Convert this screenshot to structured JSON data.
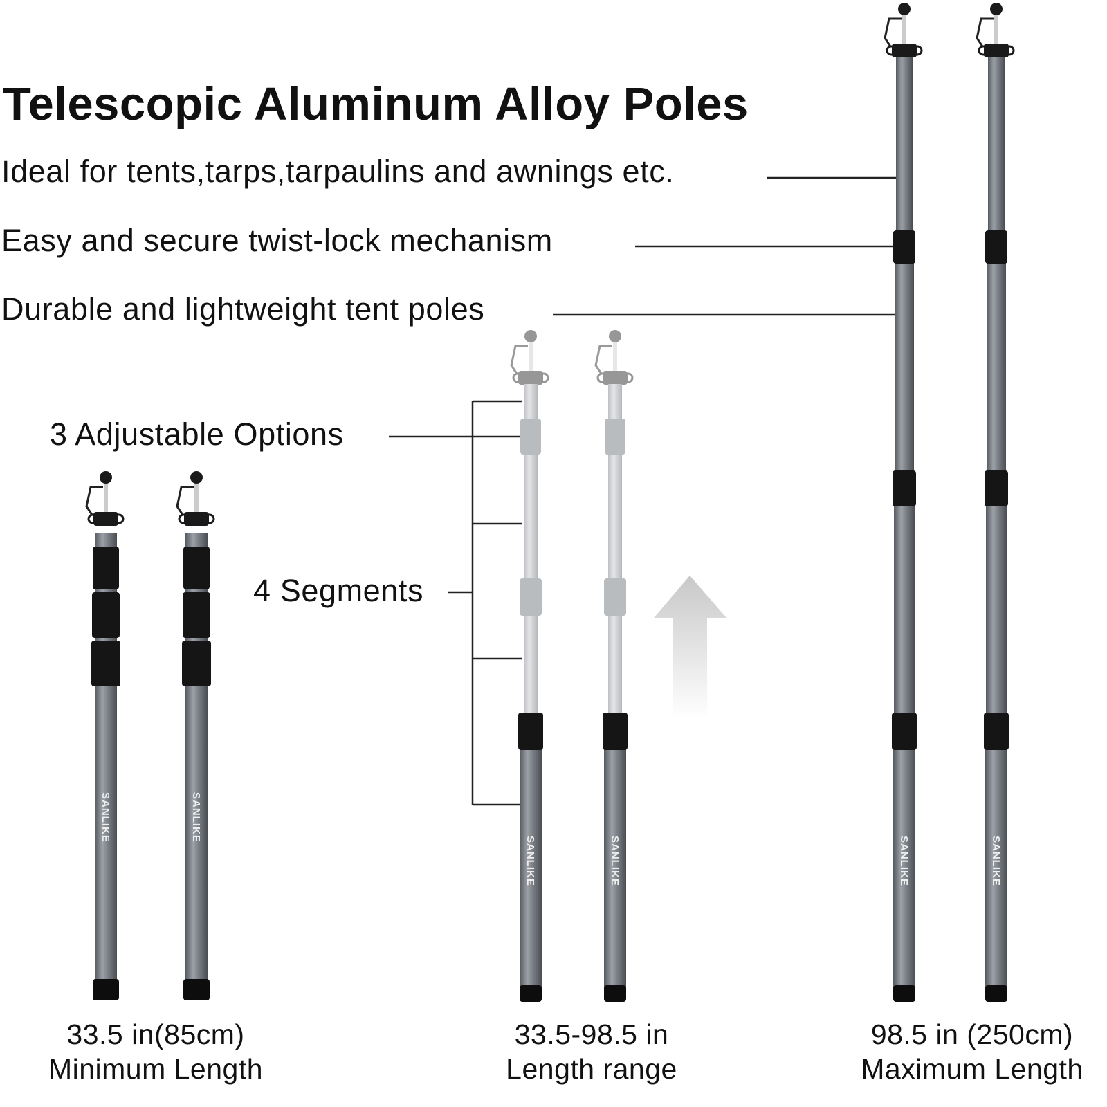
{
  "title": "Telescopic Aluminum Alloy Poles",
  "features": [
    "Ideal for tents,tarps,tarpaulins and awnings etc.",
    "Easy and secure twist-lock mechanism",
    "Durable and lightweight tent poles"
  ],
  "annotations": {
    "options": "3 Adjustable Options",
    "segments": "4 Segments"
  },
  "captions": [
    {
      "size": "33.5 in(85cm)",
      "label": "Minimum Length"
    },
    {
      "size": "33.5-98.5 in",
      "label": "Length range"
    },
    {
      "size": "98.5 in (250cm)",
      "label": "Maximum Length"
    }
  ],
  "brand_logo": "SANLIKE",
  "colors": {
    "pole": "#7a7f86",
    "collar": "#151515",
    "text": "#111111"
  },
  "icons": [
    "up-arrow-icon"
  ]
}
